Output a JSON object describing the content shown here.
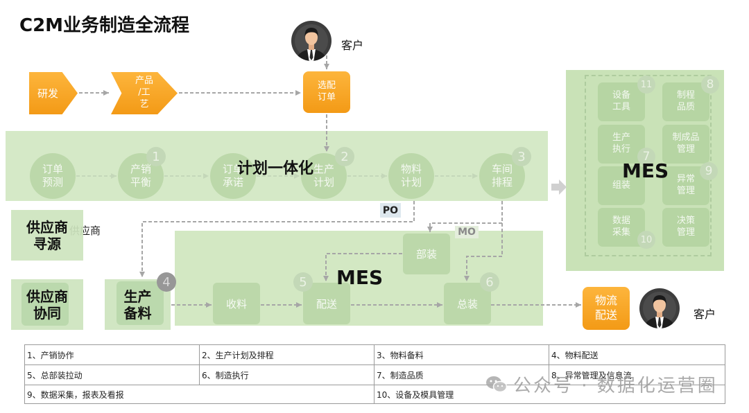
{
  "title": "C2M业务制造全流程",
  "customers": {
    "top_label": "客户",
    "bottom_label": "客户"
  },
  "design": {
    "rnd": "研发",
    "product_process": "产品\n/工\n艺"
  },
  "order_config": "选配\n订单",
  "logistics": "物流\n配送",
  "planning": {
    "title": "计划一体化",
    "nodes": [
      {
        "label": "订单\n预测"
      },
      {
        "label": "产销\n平衡",
        "badge": "1"
      },
      {
        "label": "订单\n承诺"
      },
      {
        "label": "生产\n计划",
        "badge": "2"
      },
      {
        "label": "物料\n计划"
      },
      {
        "label": "车间\n排程",
        "badge": "3"
      }
    ]
  },
  "flow_tags": {
    "po": "PO",
    "mo": "MO"
  },
  "mes_panel": {
    "title": "MES",
    "modules": [
      {
        "label": "设备\n工具",
        "badge": "11"
      },
      {
        "label": "制程\n品质",
        "badge": "8"
      },
      {
        "label": "生产\n执行"
      },
      {
        "label": "制成品\n管理"
      },
      {
        "label": "组装",
        "badge": "7"
      },
      {
        "label": "异常\n管理",
        "badge": "9"
      },
      {
        "label": "数据\n采集",
        "badge": "10"
      },
      {
        "label": "决策\n管理"
      }
    ]
  },
  "shop_floor": {
    "title": "MES",
    "subassembly": "部装",
    "receiving": {
      "label": "收料"
    },
    "distribution": {
      "label": "配送",
      "badge": "5"
    },
    "final_assembly": {
      "label": "总装",
      "badge": "6"
    }
  },
  "supplier": {
    "ghost_label": "供应商",
    "sourcing": "供应商\n寻源",
    "collaboration": "供应商\n协同"
  },
  "material_prep": {
    "label": "生产\n备料",
    "badge": "4"
  },
  "legend_table": {
    "rows": [
      [
        "1、产销协作",
        "2、生产计划及排程",
        "3、物料备料",
        "4、物料配送"
      ],
      [
        "5、总部装拉动",
        "6、制造执行",
        "7、制造品质",
        "8、异常管理及信息流"
      ],
      [
        "9、数据采集，报表及看报",
        "10、设备及模具管理"
      ]
    ]
  },
  "watermark": "公众号 · 数据化运营圈",
  "icons": {
    "customer": "person-avatar-icon",
    "watermark": "wechat-icon"
  },
  "colors": {
    "orange_light": "#fdb53c",
    "orange": "#f39a16",
    "band_green": "#d5e9c7",
    "panel_green": "#c9e2b7",
    "node_green": "#bcd8aa",
    "connector": "#a6a6a6",
    "badge_dark": "#979797"
  }
}
